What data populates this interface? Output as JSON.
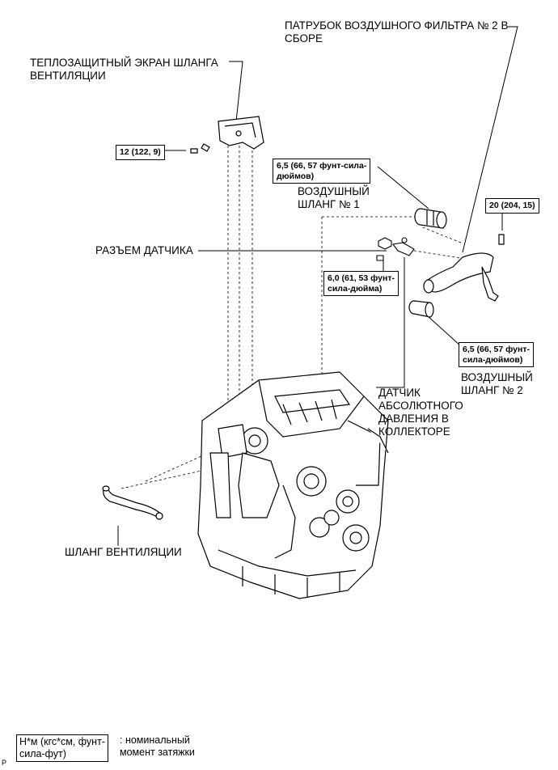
{
  "labels": {
    "air_pipe": [
      "ПАТРУБОК ВОЗДУШНОГО ФИЛЬТРА № 2 В",
      "СБОРЕ"
    ],
    "heat_shield": [
      "ТЕПЛОЗАЩИТНЫЙ ЭКРАН ШЛАНГА",
      "ВЕНТИЛЯЦИИ"
    ],
    "air_hose_1": [
      "ВОЗДУШНЫЙ",
      "ШЛАНГ № 1"
    ],
    "sensor_connector": "РАЗЪЕМ ДАТЧИКА",
    "air_hose_2": [
      "ВОЗДУШНЫЙ",
      "ШЛАНГ № 2"
    ],
    "map_sensor": [
      "ДАТЧИК",
      "АБСОЛЮТНОГО",
      "ДАВЛЕНИЯ В",
      "КОЛЛЕКТОРЕ"
    ],
    "vent_hose": "ШЛАНГ ВЕНТИЛЯЦИИ"
  },
  "torques": {
    "t1": "12 (122, 9)",
    "t2": [
      "6,5 (66, 57 фунт-сила-",
      "дюймов)"
    ],
    "t3": "20 (204, 15)",
    "t4": [
      "6,0 (61, 53 фунт-",
      "сила-дюйма)"
    ],
    "t5": [
      "6,5 (66, 57 фунт-",
      "сила-дюймов)"
    ]
  },
  "legend": {
    "box": [
      "Н*м (кгс*см, фунт-",
      "сила-фут)"
    ],
    "text": [
      ": номинальный",
      "момент затяжки"
    ]
  },
  "corner_mark": "P"
}
